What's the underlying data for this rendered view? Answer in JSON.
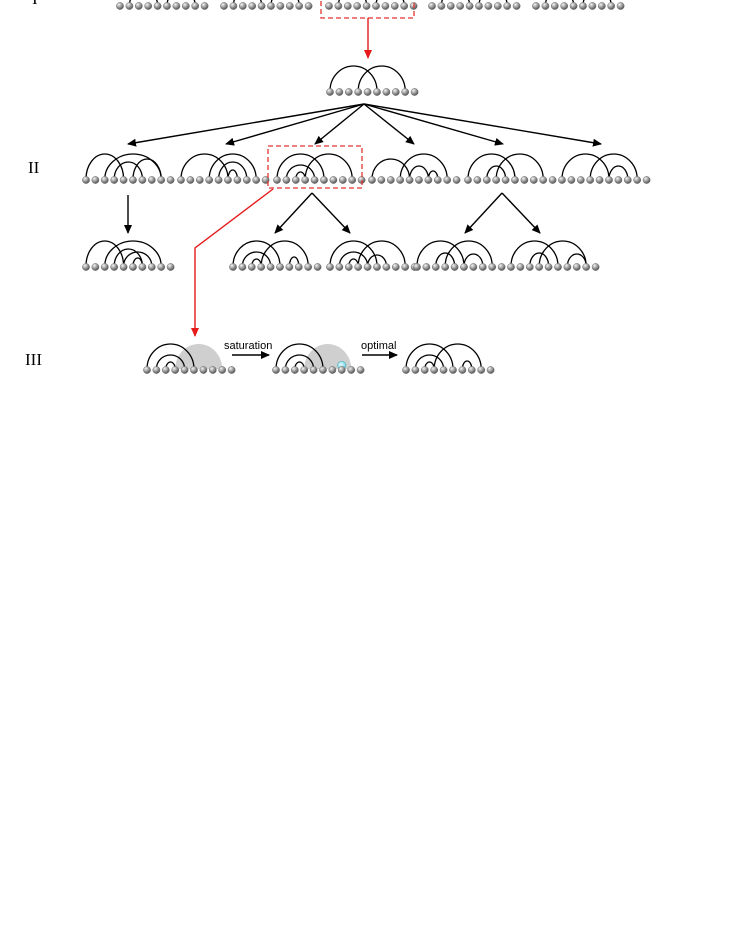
{
  "levels": [
    {
      "id": "I",
      "label": "I"
    },
    {
      "id": "II",
      "label": "II"
    },
    {
      "id": "III",
      "label": "III"
    }
  ],
  "level_III_steps": [
    {
      "label": "saturation"
    },
    {
      "label": "optimal"
    }
  ],
  "colors": {
    "arc": "#000000",
    "bead": "#9a9a9a",
    "highlight": "#e53333",
    "shaded_region": "#cfcfcf",
    "cavity": "#a6e8f2"
  }
}
